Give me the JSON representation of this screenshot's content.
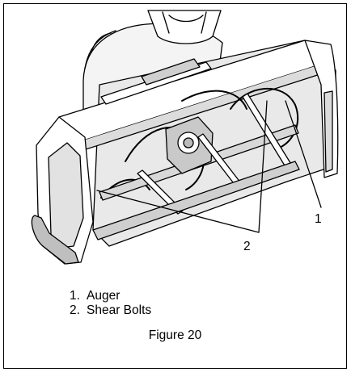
{
  "callouts": [
    {
      "id": "1",
      "label": "1"
    },
    {
      "id": "2",
      "label": "2"
    }
  ],
  "legend": [
    {
      "num": "1.",
      "text": "Auger"
    },
    {
      "num": "2.",
      "text": "Shear Bolts"
    }
  ],
  "caption": "Figure 20",
  "colors": {
    "line": "#000000",
    "fill": "#ffffff",
    "shade": "#d9d9d9",
    "dark": "#8a8a8a"
  }
}
